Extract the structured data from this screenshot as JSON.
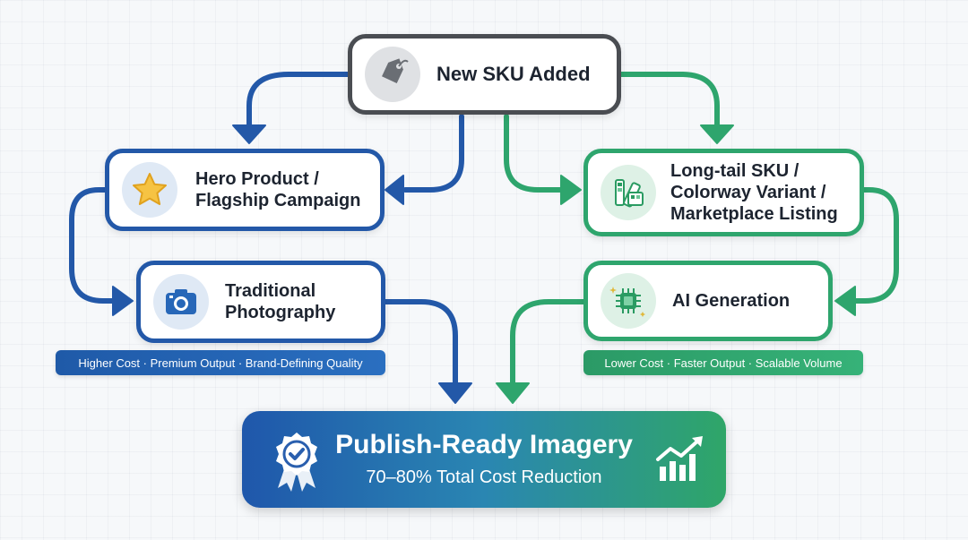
{
  "nodes": {
    "start": {
      "label": "New SKU Added",
      "icon": "tag-icon"
    },
    "hero": {
      "label": "Hero Product /\nFlagship Campaign",
      "icon": "star-icon"
    },
    "traditional": {
      "label": "Traditional\nPhotography",
      "icon": "camera-icon"
    },
    "longtail": {
      "label": "Long-tail SKU /\nColorway Variant /\nMarketplace Listing",
      "icon": "color-swatch-icon"
    },
    "ai": {
      "label": "AI Generation",
      "icon": "ai-chip-icon"
    }
  },
  "pills": {
    "left": "Higher Cost · Premium Output · Brand-Defining Quality",
    "right": "Lower Cost · Faster Output · Scalable Volume"
  },
  "outcome": {
    "title": "Publish-Ready Imagery",
    "subtitle": "70–80% Total Cost Reduction",
    "left_icon": "quality-badge-icon",
    "right_icon": "growth-chart-icon"
  },
  "colors": {
    "traditional_path": "#2358a8",
    "ai_path": "#2ea56d",
    "start_border": "#4a4d52"
  }
}
